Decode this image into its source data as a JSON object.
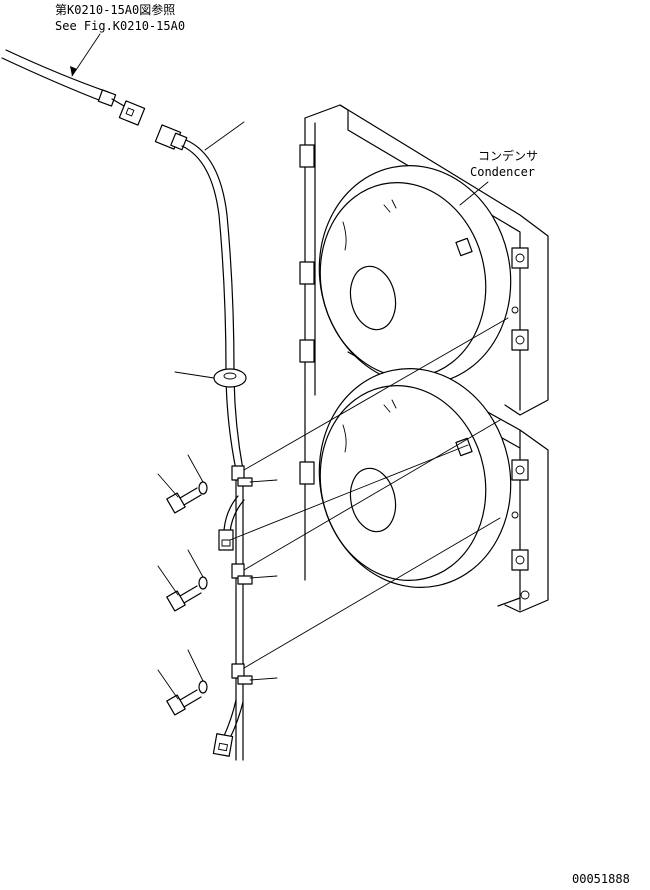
{
  "labels": {
    "ref_jp": "第K0210-15A0図参照",
    "ref_en": "See Fig.K0210-15A0",
    "condenser_jp": "コンデンサ",
    "condenser_en": "Condencer",
    "drawing_no": "00051888"
  }
}
